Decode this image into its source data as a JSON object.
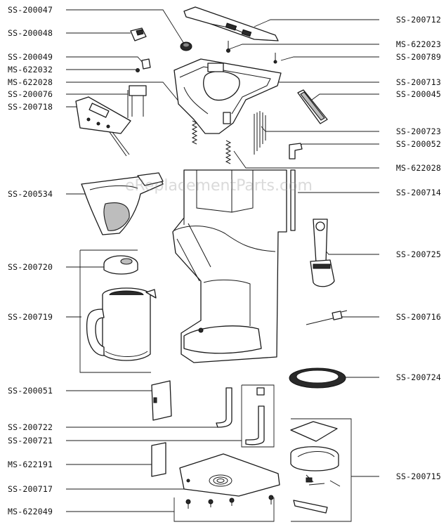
{
  "watermark": "eReplacementParts.com",
  "labels_left": [
    {
      "id": "l1",
      "code": "SS-200047"
    },
    {
      "id": "l2",
      "code": "SS-200048"
    },
    {
      "id": "l3",
      "code": "SS-200049"
    },
    {
      "id": "l4",
      "code": "MS-622032"
    },
    {
      "id": "l5",
      "code": "MS-622028"
    },
    {
      "id": "l6",
      "code": "SS-200076"
    },
    {
      "id": "l7",
      "code": "SS-200718"
    },
    {
      "id": "l8",
      "code": "SS-200534"
    },
    {
      "id": "l9",
      "code": "SS-200720"
    },
    {
      "id": "l10",
      "code": "SS-200719"
    },
    {
      "id": "l11",
      "code": "SS-200051"
    },
    {
      "id": "l12",
      "code": "SS-200722"
    },
    {
      "id": "l13",
      "code": "SS-200721"
    },
    {
      "id": "l14",
      "code": "MS-622191"
    },
    {
      "id": "l15",
      "code": "SS-200717"
    },
    {
      "id": "l16",
      "code": "MS-622049"
    }
  ],
  "labels_right": [
    {
      "id": "r1",
      "code": "SS-200712"
    },
    {
      "id": "r2",
      "code": "MS-622023"
    },
    {
      "id": "r3",
      "code": "SS-200789"
    },
    {
      "id": "r4",
      "code": "SS-200713"
    },
    {
      "id": "r5",
      "code": "SS-200045"
    },
    {
      "id": "r6",
      "code": "SS-200723"
    },
    {
      "id": "r7",
      "code": "SS-200052"
    },
    {
      "id": "r8",
      "code": "MS-622028"
    },
    {
      "id": "r9",
      "code": "SS-200714"
    },
    {
      "id": "r10",
      "code": "SS-200725"
    },
    {
      "id": "r11",
      "code": "SS-200716"
    },
    {
      "id": "r12",
      "code": "SS-200724"
    },
    {
      "id": "r13",
      "code": "SS-200715"
    }
  ]
}
